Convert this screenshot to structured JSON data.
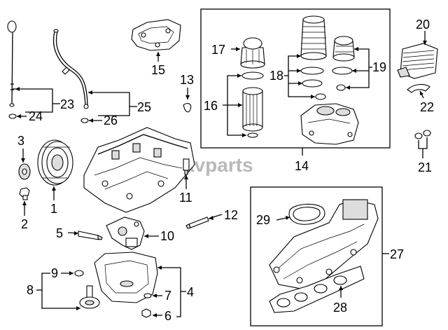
{
  "watermark": "avparts",
  "callouts": {
    "c1": "1",
    "c2": "2",
    "c3": "3",
    "c4": "4",
    "c5": "5",
    "c6": "6",
    "c7": "7",
    "c8": "8",
    "c9": "9",
    "c10": "10",
    "c11": "11",
    "c12": "12",
    "c13": "13",
    "c14": "14",
    "c15": "15",
    "c16": "16",
    "c17": "17",
    "c18": "18",
    "c19": "19",
    "c20": "20",
    "c21": "21",
    "c22": "22",
    "c23": "23",
    "c24": "24",
    "c25": "25",
    "c26": "26",
    "c27": "27",
    "c28": "28",
    "c29": "29"
  }
}
